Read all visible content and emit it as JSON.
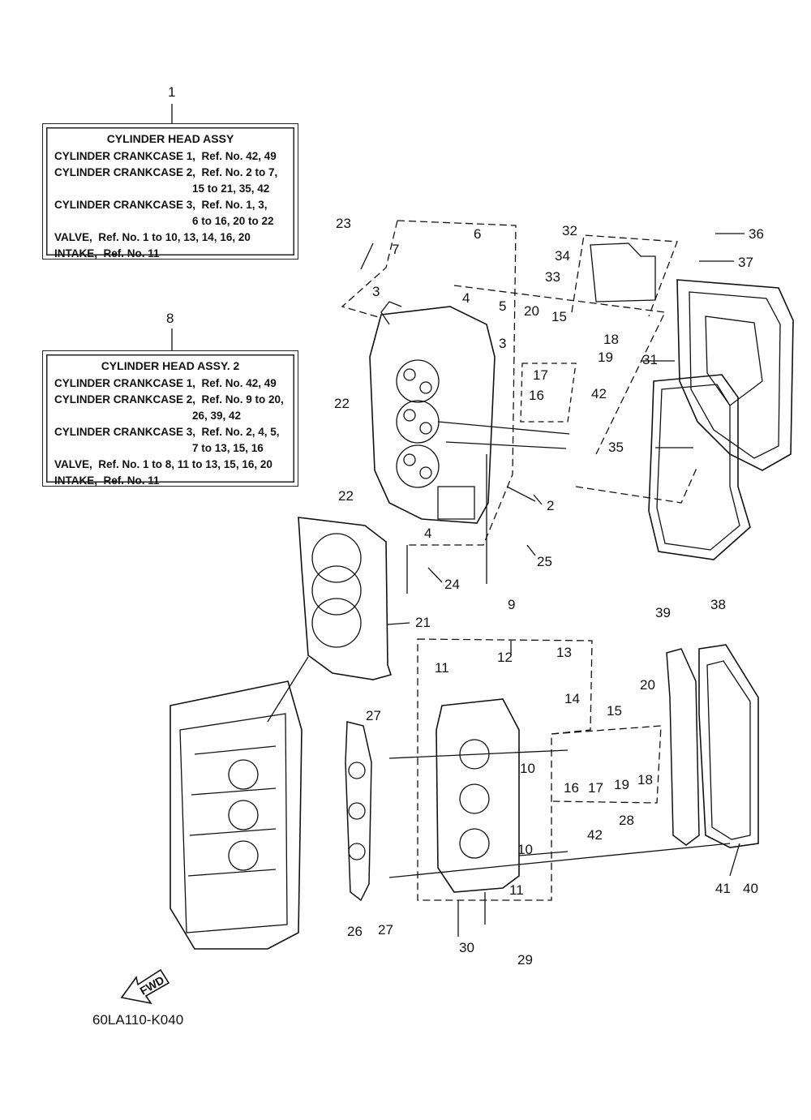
{
  "box1": {
    "ref": "1",
    "title": "CYLINDER  HEAD ASSY",
    "lines": [
      "CYLINDER CRANKCASE 1,  Ref. No. 42, 49",
      "CYLINDER CRANKCASE 2,  Ref. No. 2 to 7,",
      "15 to 21, 35, 42",
      "CYLINDER CRANKCASE 3,  Ref. No. 1, 3,",
      "6 to 16, 20 to 22",
      "VALVE,  Ref. No. 1 to 10, 13, 14, 16, 20",
      "INTAKE,  Ref. No. 11"
    ]
  },
  "box2": {
    "ref": "8",
    "title": "CYLINDER HEAD ASSY. 2",
    "lines": [
      "CYLINDER CRANKCASE 1,  Ref. No. 42, 49",
      "CYLINDER CRANKCASE 2,  Ref. No. 9 to 20,",
      "26, 39, 42",
      "CYLINDER CRANKCASE 3,  Ref. No. 2, 4, 5,",
      "7 to 13, 15, 16",
      "VALVE,  Ref. No. 1 to 8, 11 to 13, 15, 16, 20",
      "INTAKE,  Ref. No. 11"
    ]
  },
  "callouts": [
    "23",
    "7",
    "6",
    "3",
    "4",
    "5",
    "3",
    "32",
    "34",
    "33",
    "36",
    "37",
    "20",
    "15",
    "18",
    "19",
    "17",
    "16",
    "42",
    "31",
    "35",
    "22",
    "22",
    "4",
    "2",
    "24",
    "25",
    "21",
    "9",
    "12",
    "13",
    "11",
    "14",
    "27",
    "20",
    "15",
    "10",
    "16",
    "17",
    "19",
    "18",
    "28",
    "42",
    "10",
    "39",
    "38",
    "26",
    "27",
    "11",
    "30",
    "29",
    "41",
    "40"
  ],
  "fwd_label": "FWD",
  "drawing_code": "60LA110-K040",
  "colors": {
    "ink": "#111111",
    "paper": "#ffffff"
  }
}
